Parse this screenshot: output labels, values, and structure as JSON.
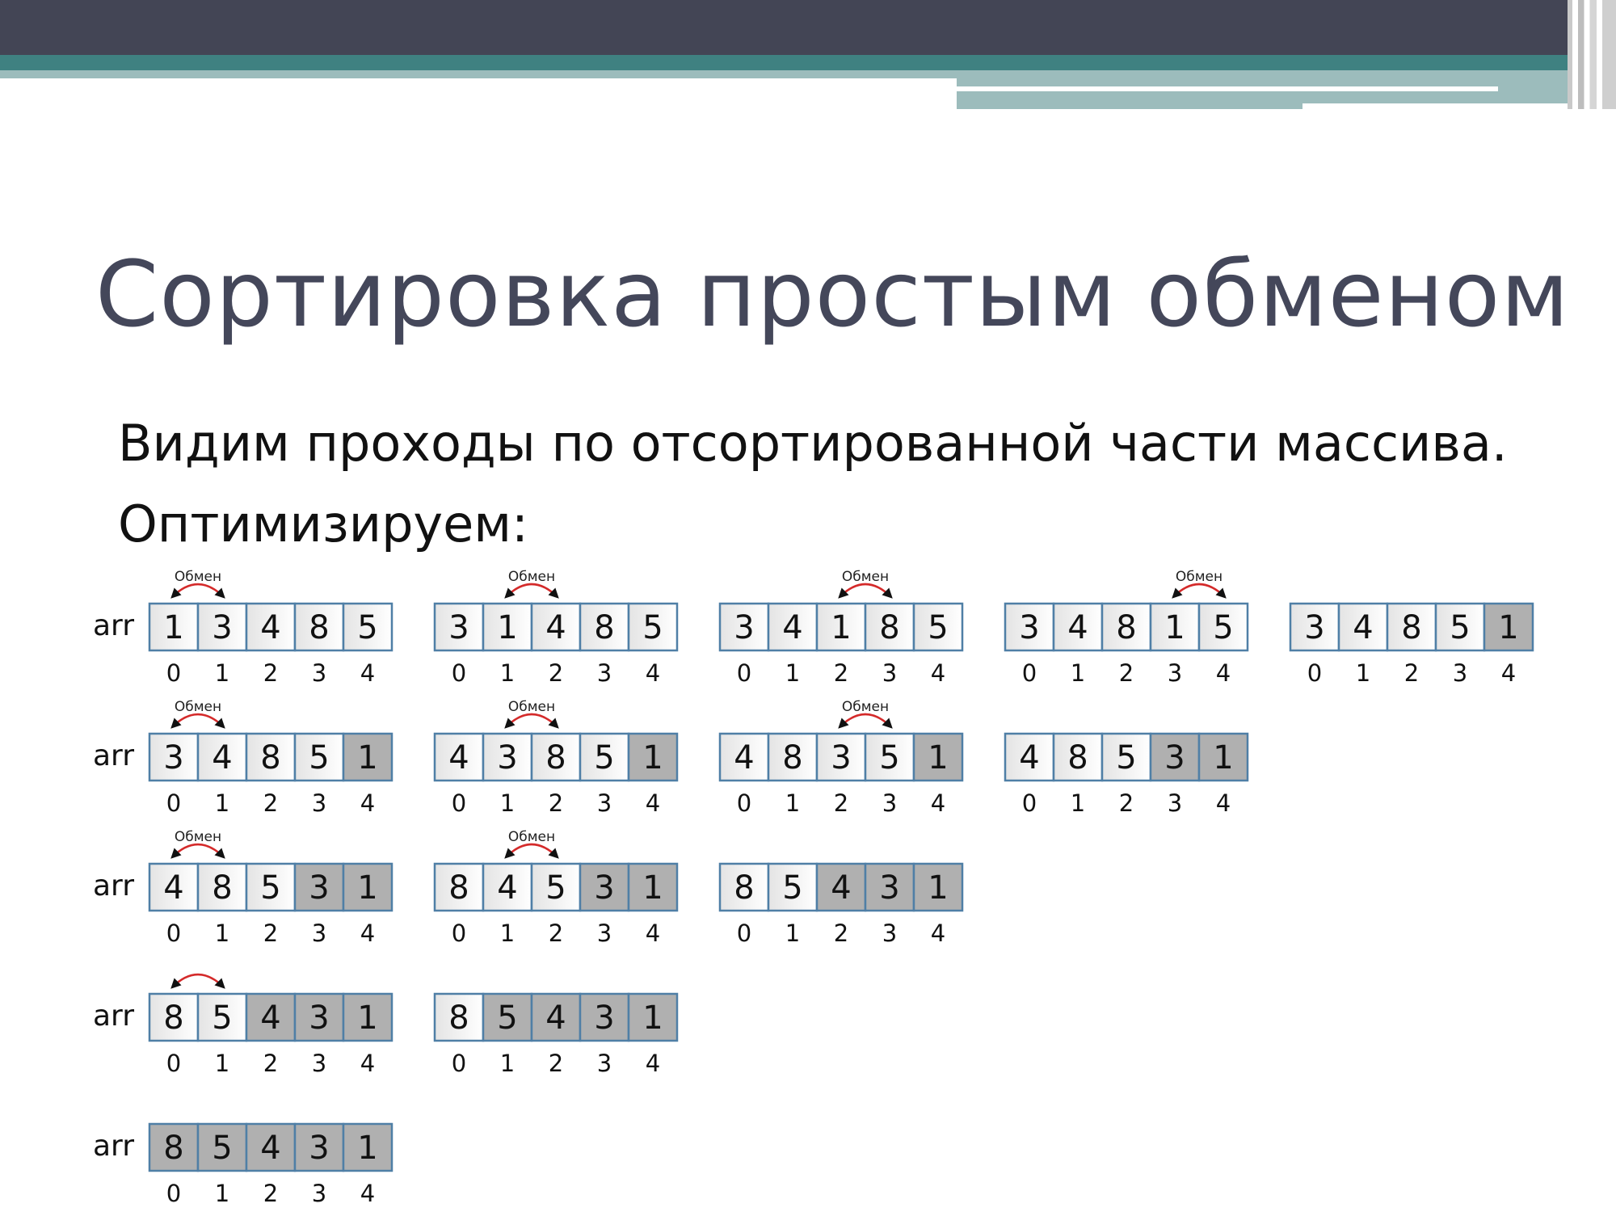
{
  "slide": {
    "title": "Сортировка простым обменом",
    "lines": [
      "Видим проходы по отсортированной части массива.",
      "Оптимизируем:"
    ]
  },
  "diagram": {
    "array_label": "arr",
    "swap_label": "Обмен",
    "indices": [
      "0",
      "1",
      "2",
      "3",
      "4"
    ],
    "colors": {
      "cell_border": "#4f7fa6",
      "cell_light": "#f2f2f2",
      "cell_sorted": "#b0b0b0",
      "arrow": "#d42a2a"
    },
    "rows": [
      {
        "row_label": true,
        "steps": [
          {
            "values": [
              1,
              3,
              4,
              8,
              5
            ],
            "sorted": [],
            "swap": [
              0,
              1
            ],
            "swap_label": true
          },
          {
            "values": [
              3,
              1,
              4,
              8,
              5
            ],
            "sorted": [],
            "swap": [
              1,
              2
            ],
            "swap_label": true
          },
          {
            "values": [
              3,
              4,
              1,
              8,
              5
            ],
            "sorted": [],
            "swap": [
              2,
              3
            ],
            "swap_label": true
          },
          {
            "values": [
              3,
              4,
              8,
              1,
              5
            ],
            "sorted": [],
            "swap": [
              3,
              4
            ],
            "swap_label": true
          },
          {
            "values": [
              3,
              4,
              8,
              5,
              1
            ],
            "sorted": [
              4
            ],
            "swap": null
          }
        ]
      },
      {
        "row_label": true,
        "steps": [
          {
            "values": [
              3,
              4,
              8,
              5,
              1
            ],
            "sorted": [
              4
            ],
            "swap": [
              0,
              1
            ],
            "swap_label": true
          },
          {
            "values": [
              4,
              3,
              8,
              5,
              1
            ],
            "sorted": [
              4
            ],
            "swap": [
              1,
              2
            ],
            "swap_label": true
          },
          {
            "values": [
              4,
              8,
              3,
              5,
              1
            ],
            "sorted": [
              4
            ],
            "swap": [
              2,
              3
            ],
            "swap_label": true
          },
          {
            "values": [
              4,
              8,
              5,
              3,
              1
            ],
            "sorted": [
              3,
              4
            ],
            "swap": null
          }
        ]
      },
      {
        "row_label": true,
        "steps": [
          {
            "values": [
              4,
              8,
              5,
              3,
              1
            ],
            "sorted": [
              3,
              4
            ],
            "swap": [
              0,
              1
            ],
            "swap_label": true
          },
          {
            "values": [
              8,
              4,
              5,
              3,
              1
            ],
            "sorted": [
              3,
              4
            ],
            "swap": [
              1,
              2
            ],
            "swap_label": true
          },
          {
            "values": [
              8,
              5,
              4,
              3,
              1
            ],
            "sorted": [
              2,
              3,
              4
            ],
            "swap": null
          }
        ]
      },
      {
        "row_label": true,
        "steps": [
          {
            "values": [
              8,
              5,
              4,
              3,
              1
            ],
            "sorted": [
              2,
              3,
              4
            ],
            "swap": [
              0,
              1
            ],
            "swap_label": false
          },
          {
            "values": [
              8,
              5,
              4,
              3,
              1
            ],
            "sorted": [
              1,
              2,
              3,
              4
            ],
            "swap": null
          }
        ]
      },
      {
        "row_label": true,
        "steps": [
          {
            "values": [
              8,
              5,
              4,
              3,
              1
            ],
            "sorted": [
              0,
              1,
              2,
              3,
              4
            ],
            "swap": null
          }
        ]
      }
    ]
  }
}
